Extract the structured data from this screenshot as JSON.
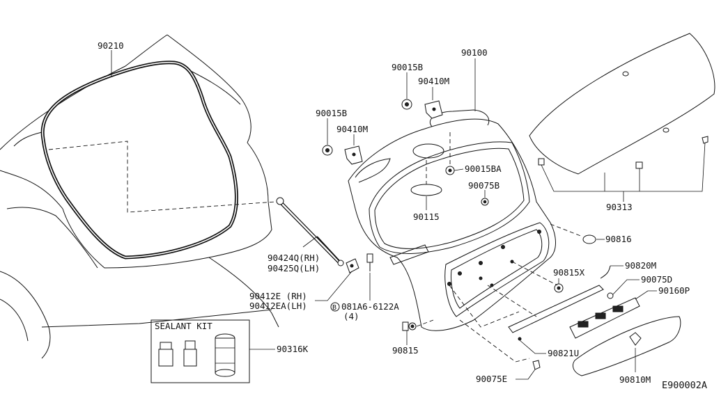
{
  "diagram_code": "E900002A",
  "sealant_kit_title": "SEALANT KIT",
  "labels": {
    "p90210": "90210",
    "p90100": "90100",
    "p90015B_top": "90015B",
    "p90410M_top": "90410M",
    "p90015B_left": "90015B",
    "p90410M_left": "90410M",
    "p90015BA": "90015BA",
    "p90075B": "90075B",
    "p90115": "90115",
    "p90313": "90313",
    "p90816": "90816",
    "p90424Q": "90424Q(RH)",
    "p90425Q": "90425Q(LH)",
    "p90412E": "90412E (RH)",
    "p90412EA": "90412EA(LH)",
    "p081A6_6122A": "081A6-6122A",
    "bolt_marker": "B",
    "bolt_qty": "(4)",
    "p90815X": "90815X",
    "p90820M": "90820M",
    "p90075D": "90075D",
    "p90160P": "90160P",
    "p90815": "90815",
    "p90821U": "90821U",
    "p90316K": "90316K",
    "p90075E": "90075E",
    "p90810M": "90810M"
  }
}
